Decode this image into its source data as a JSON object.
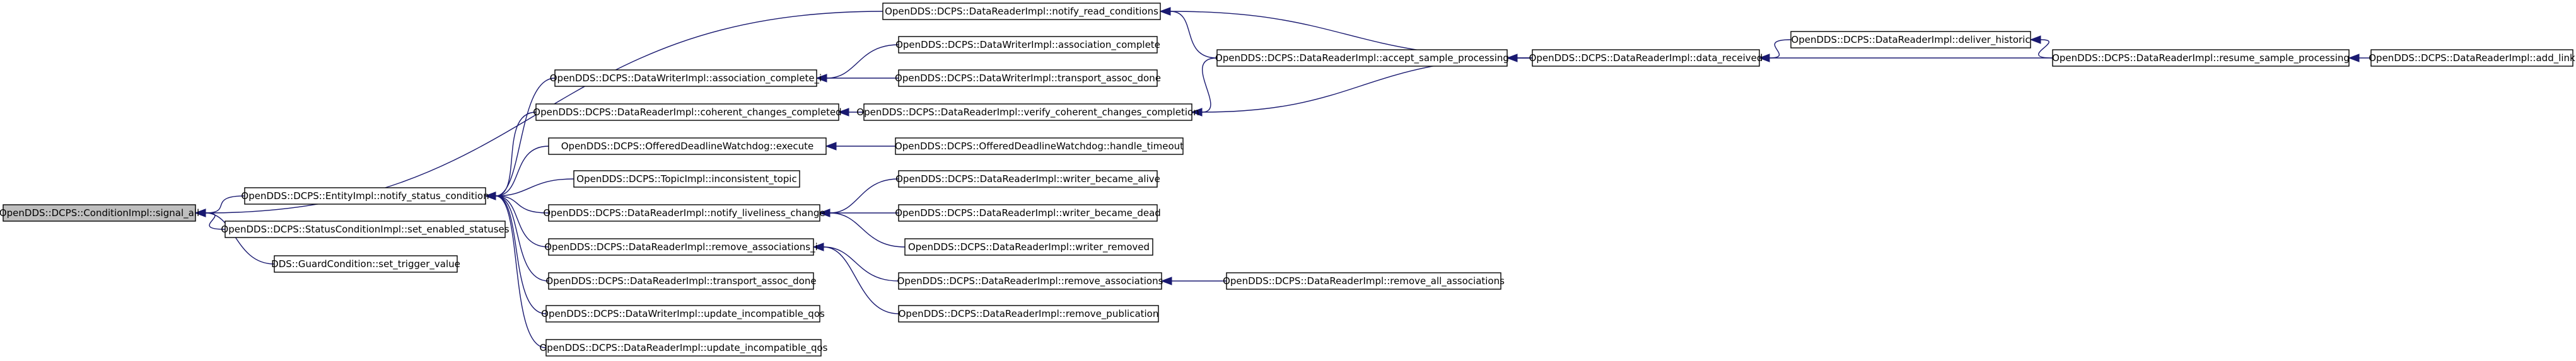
{
  "colors": {
    "edge": "#191970",
    "node_fill": "#ffffff",
    "root_fill": "#bfbfbf",
    "border": "#000000"
  },
  "nodes": [
    {
      "id": "signal_all",
      "label": "OpenDDS::DCPS::ConditionImpl::signal_all",
      "highlight": true
    },
    {
      "id": "notify_read_conditions",
      "label": "OpenDDS::DCPS::DataReaderImpl::notify_read_conditions"
    },
    {
      "id": "notify_status_condition",
      "label": "OpenDDS::DCPS::EntityImpl::notify_status_condition"
    },
    {
      "id": "set_enabled_statuses",
      "label": "OpenDDS::DCPS::StatusConditionImpl::set_enabled_statuses"
    },
    {
      "id": "set_trigger_value",
      "label": "DDS::GuardCondition::set_trigger_value"
    },
    {
      "id": "accept_sample_processing",
      "label": "OpenDDS::DCPS::DataReaderImpl::accept_sample_processing"
    },
    {
      "id": "data_received",
      "label": "OpenDDS::DCPS::DataReaderImpl::data_received"
    },
    {
      "id": "deliver_historic",
      "label": "OpenDDS::DCPS::DataReaderImpl::deliver_historic"
    },
    {
      "id": "resume_sample_processing",
      "label": "OpenDDS::DCPS::DataReaderImpl::resume_sample_processing"
    },
    {
      "id": "add_link",
      "label": "OpenDDS::DCPS::DataReaderImpl::add_link"
    },
    {
      "id": "verify_coherent_changes_completion",
      "label": "OpenDDS::DCPS::DataReaderImpl::verify_coherent_changes_completion"
    },
    {
      "id": "association_complete_i",
      "label": "OpenDDS::DCPS::DataWriterImpl::association_complete_i"
    },
    {
      "id": "coherent_changes_completed",
      "label": "OpenDDS::DCPS::DataReaderImpl::coherent_changes_completed"
    },
    {
      "id": "odw_execute",
      "label": "OpenDDS::DCPS::OfferedDeadlineWatchdog::execute"
    },
    {
      "id": "inconsistent_topic",
      "label": "OpenDDS::DCPS::TopicImpl::inconsistent_topic"
    },
    {
      "id": "notify_liveliness_change",
      "label": "OpenDDS::DCPS::DataReaderImpl::notify_liveliness_change"
    },
    {
      "id": "remove_associations_i",
      "label": "OpenDDS::DCPS::DataReaderImpl::remove_associations_i"
    },
    {
      "id": "dr_transport_assoc_done",
      "label": "OpenDDS::DCPS::DataReaderImpl::transport_assoc_done"
    },
    {
      "id": "dw_update_incompatible_qos",
      "label": "OpenDDS::DCPS::DataWriterImpl::update_incompatible_qos"
    },
    {
      "id": "dr_update_incompatible_qos",
      "label": "OpenDDS::DCPS::DataReaderImpl::update_incompatible_qos"
    },
    {
      "id": "association_complete",
      "label": "OpenDDS::DCPS::DataWriterImpl::association_complete"
    },
    {
      "id": "dw_transport_assoc_done",
      "label": "OpenDDS::DCPS::DataWriterImpl::transport_assoc_done"
    },
    {
      "id": "handle_timeout",
      "label": "OpenDDS::DCPS::OfferedDeadlineWatchdog::handle_timeout"
    },
    {
      "id": "writer_became_alive",
      "label": "OpenDDS::DCPS::DataReaderImpl::writer_became_alive"
    },
    {
      "id": "writer_became_dead",
      "label": "OpenDDS::DCPS::DataReaderImpl::writer_became_dead"
    },
    {
      "id": "writer_removed",
      "label": "OpenDDS::DCPS::DataReaderImpl::writer_removed"
    },
    {
      "id": "remove_associations",
      "label": "OpenDDS::DCPS::DataReaderImpl::remove_associations"
    },
    {
      "id": "remove_publication",
      "label": "OpenDDS::DCPS::DataReaderImpl::remove_publication"
    },
    {
      "id": "remove_all_associations",
      "label": "OpenDDS::DCPS::DataReaderImpl::remove_all_associations"
    }
  ],
  "edges": [
    {
      "from": "notify_read_conditions",
      "to": "signal_all"
    },
    {
      "from": "notify_status_condition",
      "to": "signal_all"
    },
    {
      "from": "set_enabled_statuses",
      "to": "signal_all"
    },
    {
      "from": "set_trigger_value",
      "to": "signal_all"
    },
    {
      "from": "accept_sample_processing",
      "to": "notify_read_conditions"
    },
    {
      "from": "data_received",
      "to": "notify_read_conditions"
    },
    {
      "from": "data_received",
      "to": "accept_sample_processing"
    },
    {
      "from": "deliver_historic",
      "to": "data_received"
    },
    {
      "from": "resume_sample_processing",
      "to": "data_received"
    },
    {
      "from": "resume_sample_processing",
      "to": "deliver_historic"
    },
    {
      "from": "add_link",
      "to": "resume_sample_processing"
    },
    {
      "from": "accept_sample_processing",
      "to": "verify_coherent_changes_completion"
    },
    {
      "from": "data_received",
      "to": "verify_coherent_changes_completion"
    },
    {
      "from": "association_complete_i",
      "to": "notify_status_condition"
    },
    {
      "from": "coherent_changes_completed",
      "to": "notify_status_condition"
    },
    {
      "from": "odw_execute",
      "to": "notify_status_condition"
    },
    {
      "from": "inconsistent_topic",
      "to": "notify_status_condition"
    },
    {
      "from": "notify_liveliness_change",
      "to": "notify_status_condition"
    },
    {
      "from": "remove_associations_i",
      "to": "notify_status_condition"
    },
    {
      "from": "dr_transport_assoc_done",
      "to": "notify_status_condition"
    },
    {
      "from": "dw_update_incompatible_qos",
      "to": "notify_status_condition"
    },
    {
      "from": "dr_update_incompatible_qos",
      "to": "notify_status_condition"
    },
    {
      "from": "association_complete",
      "to": "association_complete_i"
    },
    {
      "from": "dw_transport_assoc_done",
      "to": "association_complete_i"
    },
    {
      "from": "verify_coherent_changes_completion",
      "to": "coherent_changes_completed"
    },
    {
      "from": "handle_timeout",
      "to": "odw_execute"
    },
    {
      "from": "writer_became_alive",
      "to": "notify_liveliness_change"
    },
    {
      "from": "writer_became_dead",
      "to": "notify_liveliness_change"
    },
    {
      "from": "writer_removed",
      "to": "notify_liveliness_change"
    },
    {
      "from": "remove_associations",
      "to": "remove_associations_i"
    },
    {
      "from": "remove_publication",
      "to": "remove_associations_i"
    },
    {
      "from": "remove_all_associations",
      "to": "remove_associations"
    }
  ]
}
